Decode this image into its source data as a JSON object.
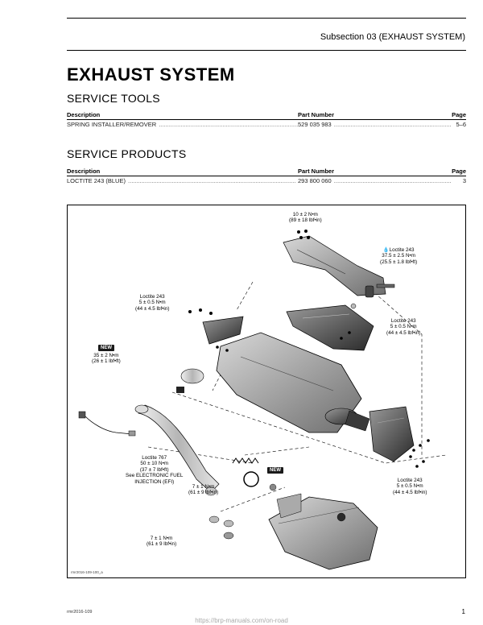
{
  "header": {
    "subsection": "Subsection 03   (EXHAUST SYSTEM)"
  },
  "title": "EXHAUST SYSTEM",
  "service_tools": {
    "heading": "SERVICE TOOLS",
    "columns": [
      "Description",
      "Part Number",
      "Page"
    ],
    "rows": [
      {
        "description": "SPRING INSTALLER/REMOVER",
        "part": "529 035 983",
        "page": "5–6"
      }
    ]
  },
  "service_products": {
    "heading": "SERVICE PRODUCTS",
    "columns": [
      "Description",
      "Part Number",
      "Page"
    ],
    "rows": [
      {
        "description": "LOCTITE 243 (BLUE)",
        "part": "293 800 060",
        "page": "3"
      }
    ]
  },
  "figure": {
    "labels": {
      "top_torque_1": "10 ± 2 N•m",
      "top_torque_2": "(89 ± 18 lbf•in)",
      "right_loctite_1": "Loctite 243",
      "right_loctite_2": "37.5 ± 2.5 N•m",
      "right_loctite_3": "(25.5 ± 1.8 lbf•ft)",
      "left_loctite_1": "Loctite 243",
      "left_loctite_2": "5 ± 0.5 N•m",
      "left_loctite_3": "(44 ± 4.5 lbf•in)",
      "mid_loctite_1": "Loctite 243",
      "mid_loctite_2": "5 ± 0.5 N•m",
      "mid_loctite_3": "(44 ± 4.5 lbf•in)",
      "new_badge": "NEW",
      "clamp_torque_1": "35 ± 2 N•m",
      "clamp_torque_2": "(26 ± 1 lbf•ft)",
      "sensor_1": "Loctite 767",
      "sensor_2": "50 ± 10 N•m",
      "sensor_3": "(37 ± 7 lbf•ft)",
      "sensor_4": "See ELECTRONIC FUEL",
      "sensor_5": "INJECTION (EFI)",
      "spring_torque_1": "7 ± 1 N•m",
      "spring_torque_2": "(61 ± 9 lbf•in)",
      "new_badge_2": "NEW",
      "bottom_torque_1": "7 ± 1 N•m",
      "bottom_torque_2": "(61 ± 9 lbf•in)",
      "br_loctite_1": "Loctite 243",
      "br_loctite_2": "5 ± 0.5 N•m",
      "br_loctite_3": "(44 ± 4.5 lbf•in)",
      "fig_id": "rmr2016-109-100_a"
    }
  },
  "footer": {
    "doc_id": "rmr2016-109",
    "page_number": "1",
    "watermark": "https://brp-manuals.com/on-road"
  }
}
